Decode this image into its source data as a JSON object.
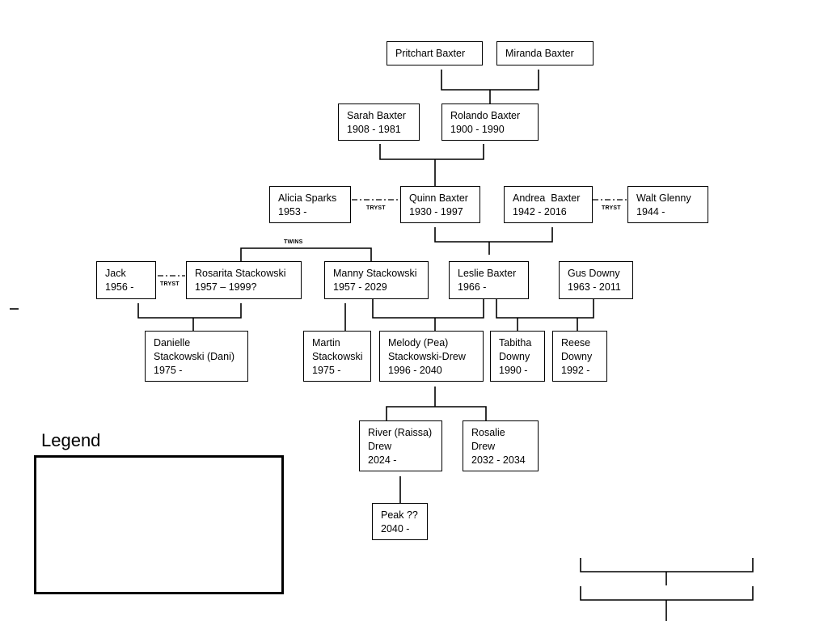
{
  "people": {
    "pritchart": {
      "lines": [
        "Pritchart Baxter"
      ]
    },
    "miranda": {
      "lines": [
        "Miranda Baxter"
      ]
    },
    "sarah": {
      "lines": [
        "Sarah Baxter",
        "1908 - 1981"
      ]
    },
    "rolando": {
      "lines": [
        "Rolando Baxter",
        "1900 - 1990"
      ]
    },
    "alicia": {
      "lines": [
        "Alicia Sparks",
        "1953 -"
      ]
    },
    "quinn": {
      "lines": [
        "Quinn Baxter",
        "1930 - 1997"
      ]
    },
    "andrea": {
      "lines": [
        "Andrea  Baxter",
        "1942 - 2016"
      ]
    },
    "walt": {
      "lines": [
        "Walt Glenny",
        "1944 -"
      ]
    },
    "jack": {
      "lines": [
        "Jack",
        "1956 -"
      ]
    },
    "rosarita": {
      "lines": [
        "Rosarita Stackowski",
        "1957 – 1999?"
      ]
    },
    "manny": {
      "lines": [
        "Manny Stackowski",
        "1957 - 2029"
      ]
    },
    "leslie": {
      "lines": [
        "Leslie Baxter",
        "1966 -"
      ]
    },
    "gus": {
      "lines": [
        "Gus Downy",
        "1963 - 2011"
      ]
    },
    "danielle": {
      "lines": [
        "Danielle",
        "Stackowski (Dani)",
        "1975 -"
      ]
    },
    "martin": {
      "lines": [
        "Martin",
        "Stackowski",
        "1975 -"
      ]
    },
    "melody": {
      "lines": [
        "Melody (Pea)",
        "Stackowski-Drew",
        "1996 - 2040"
      ]
    },
    "tabitha": {
      "lines": [
        "Tabitha",
        "Downy",
        "1990 -"
      ]
    },
    "reese": {
      "lines": [
        "Reese",
        "Downy",
        "1992 -"
      ]
    },
    "river": {
      "lines": [
        "River (Raissa)",
        "Drew",
        "2024 -"
      ]
    },
    "rosalie": {
      "lines": [
        "Rosalie",
        "Drew",
        "2032 - 2034"
      ]
    },
    "peak": {
      "lines": [
        "Peak ??",
        "2040 -"
      ]
    }
  },
  "labels": {
    "tryst": "TRYST",
    "twins": "TWINS"
  },
  "legend": {
    "title": "Legend"
  }
}
